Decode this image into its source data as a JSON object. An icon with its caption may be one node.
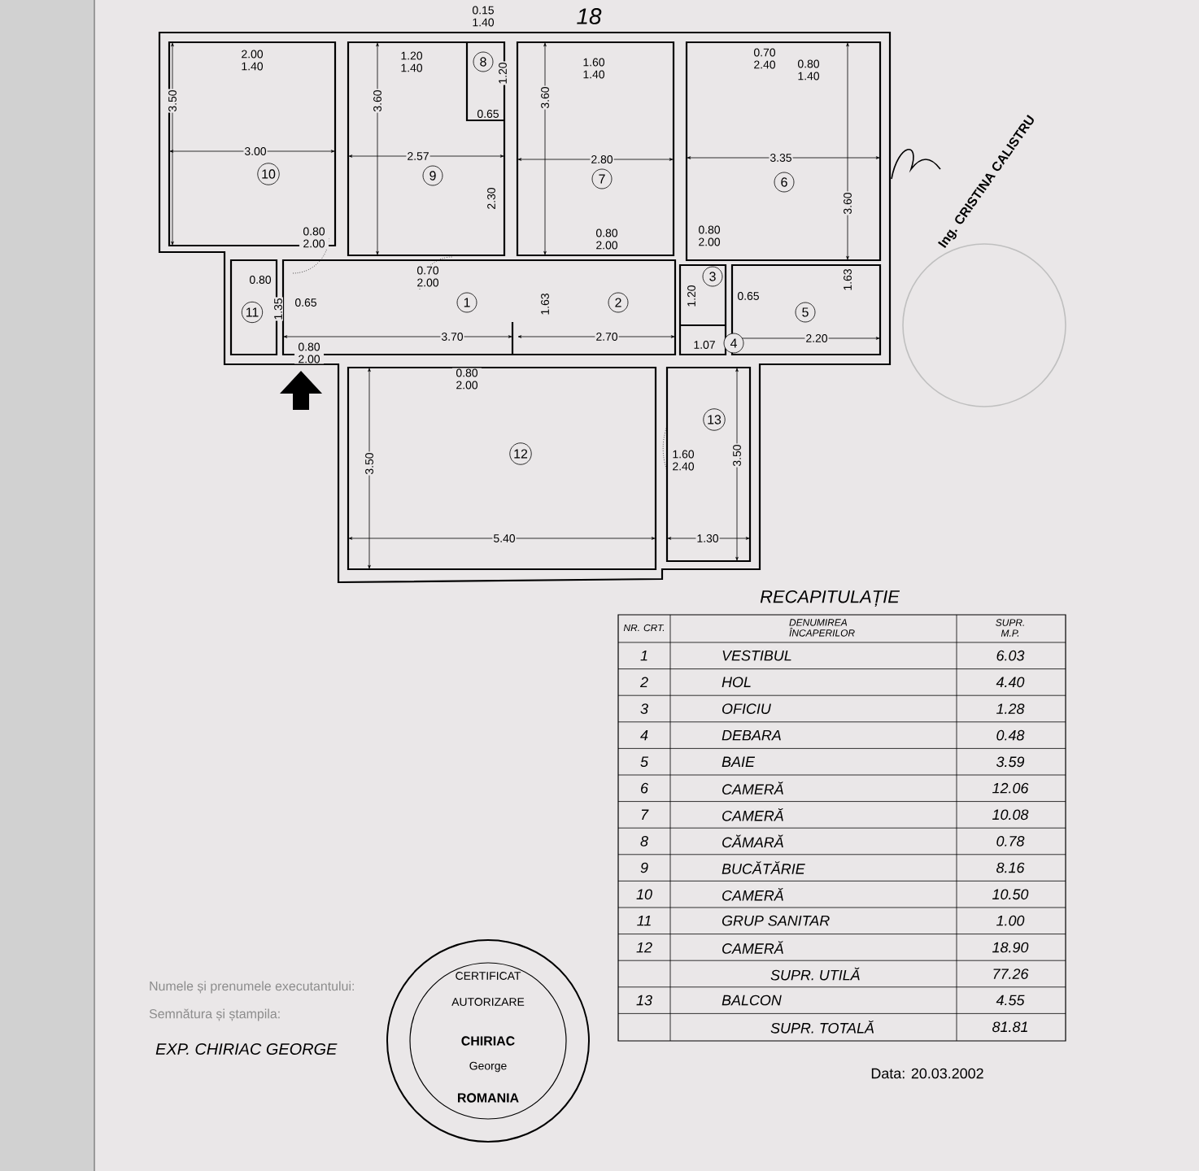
{
  "diagram": {
    "nodes": [
      {
        "text": [
          "8"
        ]
      },
      {
        "text": [
          "10"
        ]
      },
      {
        "text": [
          "9"
        ]
      },
      {
        "text": [
          "7"
        ]
      },
      {
        "text": [
          "6"
        ]
      },
      {
        "text": [
          "3"
        ]
      },
      {
        "text": [
          "1"
        ]
      },
      {
        "text": [
          "2"
        ]
      },
      {
        "text": [
          "11"
        ]
      },
      {
        "text": [
          "5"
        ]
      },
      {
        "text": [
          "4"
        ]
      },
      {
        "text": [
          "13"
        ]
      },
      {
        "text": [
          "12"
        ]
      }
    ],
    "edges": [],
    "labels": [
      "18",
      "0.15 1.40",
      "2.00 1.40",
      "1.20 1.40",
      "1.20",
      "1.60 1.40",
      "0.70 2.40",
      "0.80 1.40",
      "3.50",
      "3.60",
      "3.60",
      "0.65",
      "3.00",
      "2.57",
      "2.80",
      "3.35",
      "2.30",
      "3.60",
      "0.80 2.00",
      "0.80 2.00",
      "0.80 2.00",
      "0.70 2.00",
      "0.80",
      "1.20",
      "0.65",
      "1.35",
      "0.65",
      "1.63",
      "1.63",
      "3.70",
      "2.70",
      "2.20",
      "1.07",
      "0.80 2.00",
      "0.80 2.00",
      "3.50",
      "1.60 2.40",
      "3.50",
      "5.40",
      "1.30",
      "Ing. CRISTINA CALISTRU",
      "RECAPITULAȚIE",
      "NR. CRT.",
      "DENUMIREA ÎNCAPERILOR",
      "SUPR. M.P.",
      "1",
      "VESTIBUL",
      "6.03",
      "2",
      "HOL",
      "4.40",
      "3",
      "OFICIU",
      "1.28",
      "4",
      "DEBARA",
      "0.48",
      "5",
      "BAIE",
      "3.59",
      "6",
      "CAMERĂ",
      "12.06",
      "7",
      "CAMERĂ",
      "10.08",
      "8",
      "CĂMARĂ",
      "0.78",
      "9",
      "BUCĂTĂRIE",
      "8.16",
      "10",
      "CAMERĂ",
      "10.50",
      "11",
      "GRUP SANITAR",
      "1.00",
      "12",
      "CAMERĂ",
      "18.90",
      "SUPR. UTILĂ",
      "77.26",
      "13",
      "BALCON",
      "4.55",
      "SUPR. TOTALĂ",
      "81.81",
      "Numele și prenumele executantului:",
      "Semnătura și ștampila:",
      "EXP. CHIRIAC GEORGE",
      "CERTIFICAT",
      "AUTORIZARE",
      "CHIRIAC",
      "George",
      "ROMANIA",
      "Data: 20.03.2002"
    ]
  }
}
